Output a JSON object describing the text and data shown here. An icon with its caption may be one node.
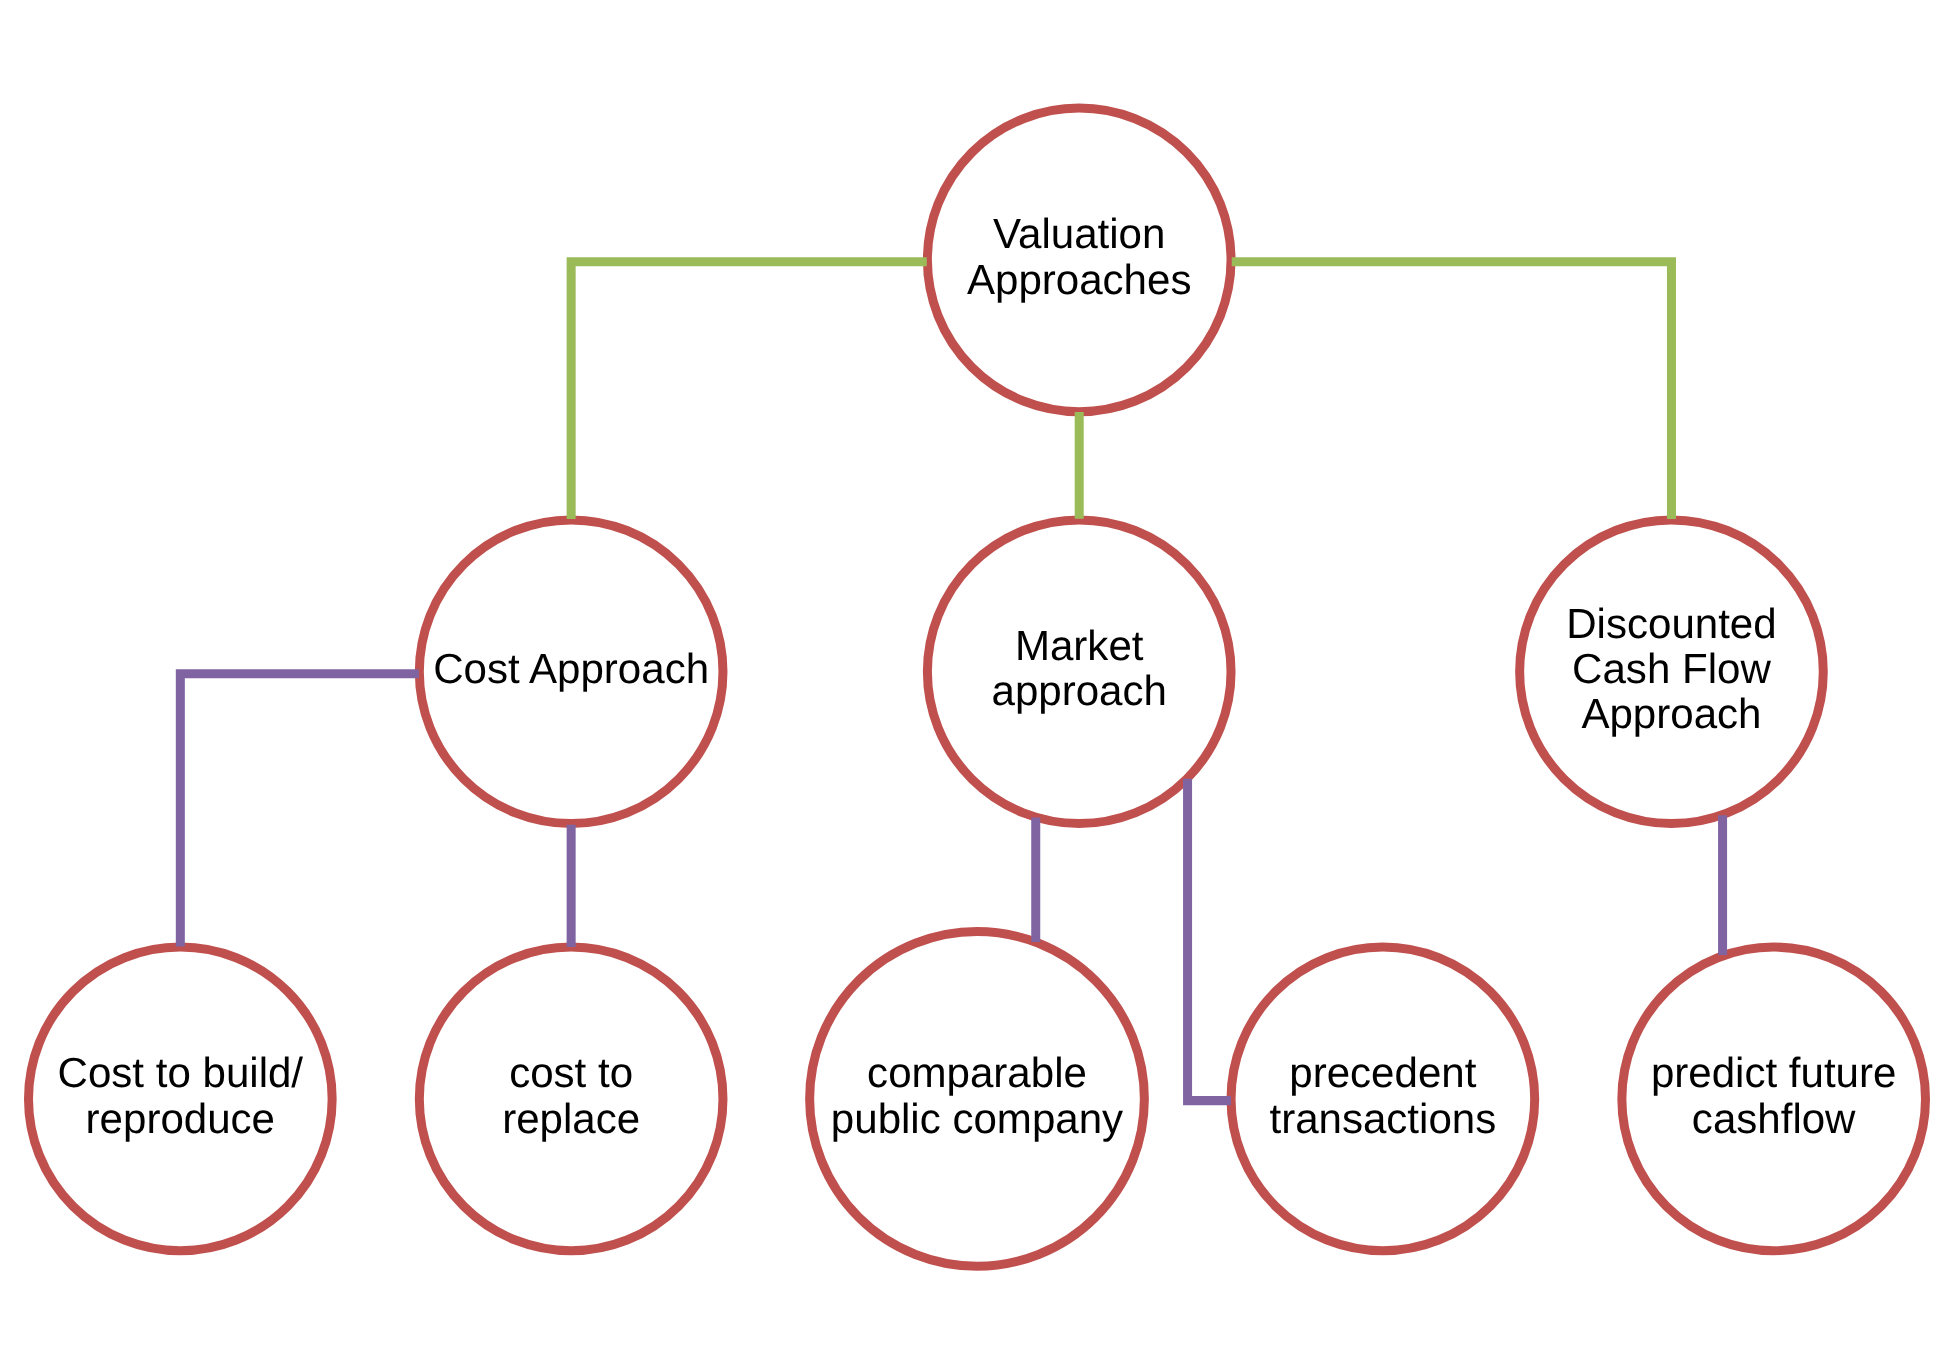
{
  "diagram": {
    "nodes": [
      {
        "text": [
          "Valuation Approaches"
        ]
      },
      {
        "text": [
          "Cost Approach"
        ]
      },
      {
        "text": [
          "Market approach"
        ]
      },
      {
        "text": [
          "Discounted Cash Flow Approach"
        ]
      },
      {
        "text": [
          "Cost to build/ reproduce"
        ]
      },
      {
        "text": [
          "cost to replace"
        ]
      },
      {
        "text": [
          "comparable public company"
        ]
      },
      {
        "text": [
          "precedent transactions"
        ]
      },
      {
        "text": [
          "predict future cashflow"
        ]
      }
    ],
    "edges": [
      {
        "from": 0,
        "to": 1,
        "arrow": "none",
        "color": "#9bbb59"
      },
      {
        "from": 0,
        "to": 2,
        "arrow": "none",
        "color": "#9bbb59"
      },
      {
        "from": 0,
        "to": 3,
        "arrow": "none",
        "color": "#9bbb59"
      },
      {
        "from": 1,
        "to": 4,
        "arrow": "none"
      },
      {
        "from": 1,
        "to": 5,
        "arrow": "none"
      },
      {
        "from": 2,
        "to": 6,
        "arrow": "none"
      },
      {
        "from": 2,
        "to": 7,
        "arrow": "none"
      },
      {
        "from": 3,
        "to": 8,
        "arrow": "none"
      }
    ]
  }
}
